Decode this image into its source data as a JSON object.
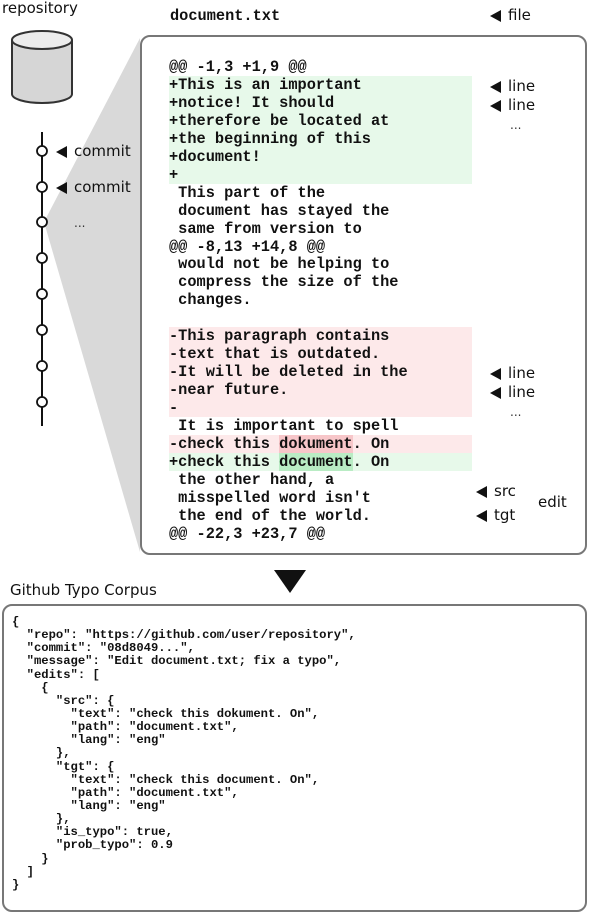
{
  "repository_label": "repository",
  "file_name": "document.txt",
  "file_label": "file",
  "commit_labels": [
    "commit",
    "commit"
  ],
  "commit_ellipsis": "...",
  "diff_lines": [
    {
      "text": "@@ -1,3 +1,9 @@",
      "kind": "hunk"
    },
    {
      "text": "+This is an important",
      "kind": "add"
    },
    {
      "text": "+notice! It should",
      "kind": "add"
    },
    {
      "text": "+therefore be located at",
      "kind": "add"
    },
    {
      "text": "+the beginning of this",
      "kind": "add"
    },
    {
      "text": "+document!",
      "kind": "add"
    },
    {
      "text": "+",
      "kind": "add"
    },
    {
      "text": " This part of the",
      "kind": "ctx"
    },
    {
      "text": " document has stayed the",
      "kind": "ctx"
    },
    {
      "text": " same from version to",
      "kind": "ctx"
    },
    {
      "text": "@@ -8,13 +14,8 @@",
      "kind": "hunk"
    },
    {
      "text": " would not be helping to",
      "kind": "ctx"
    },
    {
      "text": " compress the size of the",
      "kind": "ctx"
    },
    {
      "text": " changes.",
      "kind": "ctx"
    },
    {
      "text": "",
      "kind": "ctx"
    },
    {
      "text": "-This paragraph contains",
      "kind": "del"
    },
    {
      "text": "-text that is outdated.",
      "kind": "del"
    },
    {
      "text": "-It will be deleted in the",
      "kind": "del"
    },
    {
      "text": "-near future.",
      "kind": "del"
    },
    {
      "text": "-",
      "kind": "del"
    },
    {
      "text": " It is important to spell",
      "kind": "ctx"
    },
    {
      "prefix": "-check this ",
      "word": "dokument",
      "suffix": ". On",
      "kind": "del"
    },
    {
      "prefix": "+check this ",
      "word": "document",
      "suffix": ". On",
      "kind": "add"
    },
    {
      "text": " the other hand, a",
      "kind": "ctx"
    },
    {
      "text": " misspelled word isn't",
      "kind": "ctx"
    },
    {
      "text": " the end of the world.",
      "kind": "ctx"
    },
    {
      "text": "@@ -22,3 +23,7 @@",
      "kind": "hunk"
    }
  ],
  "line_label": "line",
  "line_ellipsis": "...",
  "src_label": "src",
  "tgt_label": "tgt",
  "edit_label": "edit",
  "corpus_title": "Github Typo Corpus",
  "json_lines": [
    "{",
    "  \"repo\": \"https://github.com/user/repository\",",
    "  \"commit\": \"08d8049...\",",
    "  \"message\": \"Edit document.txt; fix a typo\",",
    "  \"edits\": [",
    "    {",
    "      \"src\": {",
    "        \"text\": \"check this dokument. On\",",
    "        \"path\": \"document.txt\",",
    "        \"lang\": \"eng\"",
    "      },",
    "      \"tgt\": {",
    "        \"text\": \"check this document. On\",",
    "        \"path\": \"document.txt\",",
    "        \"lang\": \"eng\"",
    "      },",
    "      \"is_typo\": true,",
    "      \"prob_typo\": 0.9",
    "    }",
    "  ]",
    "}"
  ]
}
